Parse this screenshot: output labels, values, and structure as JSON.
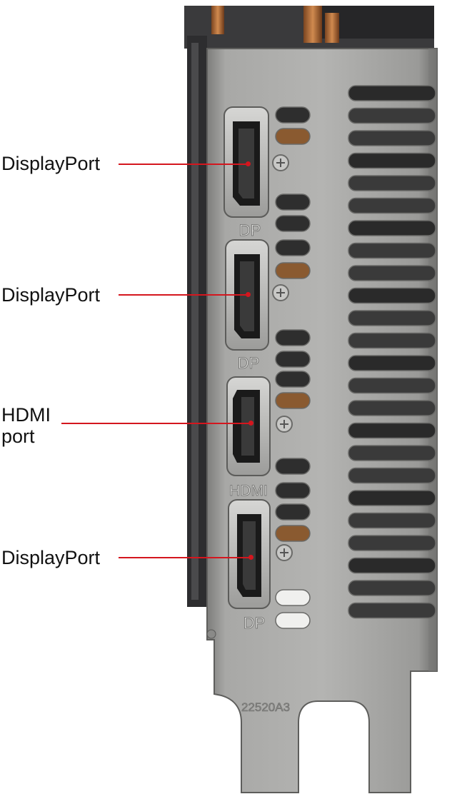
{
  "callouts": [
    {
      "text": "DisplayPort"
    },
    {
      "text": "DisplayPort"
    },
    {
      "lines": [
        "HDMI",
        "port"
      ]
    },
    {
      "text": "DisplayPort"
    }
  ],
  "bracket": {
    "port_marks": [
      "DP",
      "DP",
      "HDMI",
      "DP"
    ],
    "part_number": "22520A3"
  },
  "colors": {
    "bracket_metal": "#9c9c9a",
    "pcb": "#2d2d2f",
    "heatsink_copper": "#b26a35",
    "leader_line": "#d4161e",
    "label_text": "#111111"
  }
}
